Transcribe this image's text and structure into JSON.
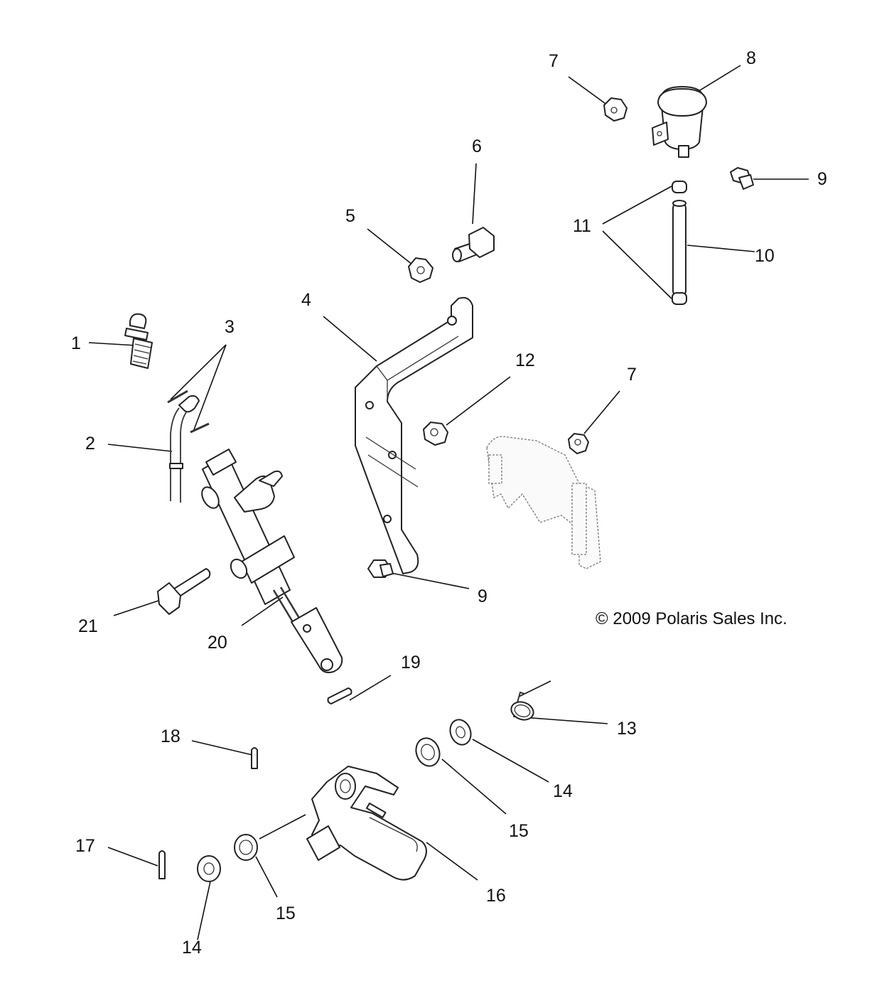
{
  "copyright": "© 2009 Polaris Sales Inc.",
  "callouts": [
    "1",
    "2",
    "3",
    "4",
    "5",
    "6",
    "7",
    "8",
    "9",
    "10",
    "11",
    "12",
    "7",
    "13",
    "14",
    "15",
    "16",
    "17",
    "18",
    "19",
    "20",
    "21",
    "9",
    "14",
    "15"
  ],
  "parts": [
    {
      "id": "1",
      "icon": "bleeder-screw-icon"
    },
    {
      "id": "2",
      "icon": "brake-line-icon"
    },
    {
      "id": "3",
      "icon": "clip-icon"
    },
    {
      "id": "4",
      "icon": "mounting-bracket-icon"
    },
    {
      "id": "5",
      "icon": "nut-icon"
    },
    {
      "id": "6",
      "icon": "bolt-icon"
    },
    {
      "id": "7",
      "icon": "nut-icon"
    },
    {
      "id": "8",
      "icon": "fluid-reservoir-icon"
    },
    {
      "id": "9",
      "icon": "bolt-icon"
    },
    {
      "id": "10",
      "icon": "hose-icon"
    },
    {
      "id": "11",
      "icon": "hose-clamp-icon"
    },
    {
      "id": "12",
      "icon": "nut-icon"
    },
    {
      "id": "13",
      "icon": "spring-icon"
    },
    {
      "id": "14",
      "icon": "washer-icon"
    },
    {
      "id": "15",
      "icon": "bushing-icon"
    },
    {
      "id": "16",
      "icon": "brake-pedal-icon"
    },
    {
      "id": "17",
      "icon": "cotter-pin-icon"
    },
    {
      "id": "18",
      "icon": "cotter-pin-icon"
    },
    {
      "id": "19",
      "icon": "clevis-pin-icon"
    },
    {
      "id": "20",
      "icon": "master-cylinder-icon"
    },
    {
      "id": "21",
      "icon": "bolt-icon"
    }
  ]
}
